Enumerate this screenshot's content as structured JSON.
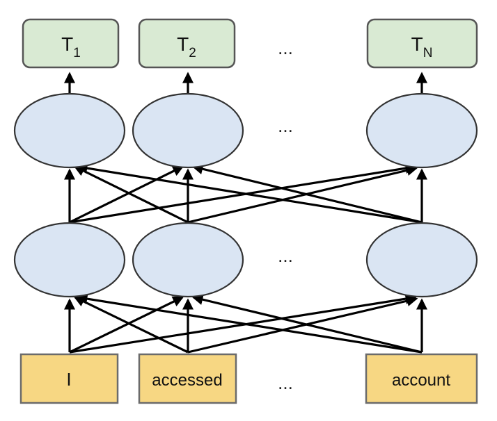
{
  "outputs": {
    "t1": {
      "main": "T",
      "sub": "1"
    },
    "t2": {
      "main": "T",
      "sub": "2"
    },
    "tn": {
      "main": "T",
      "sub": "N"
    }
  },
  "inputs": {
    "tok1": "I",
    "tok2": "accessed",
    "tokn": "account"
  },
  "ellipsis": "..."
}
